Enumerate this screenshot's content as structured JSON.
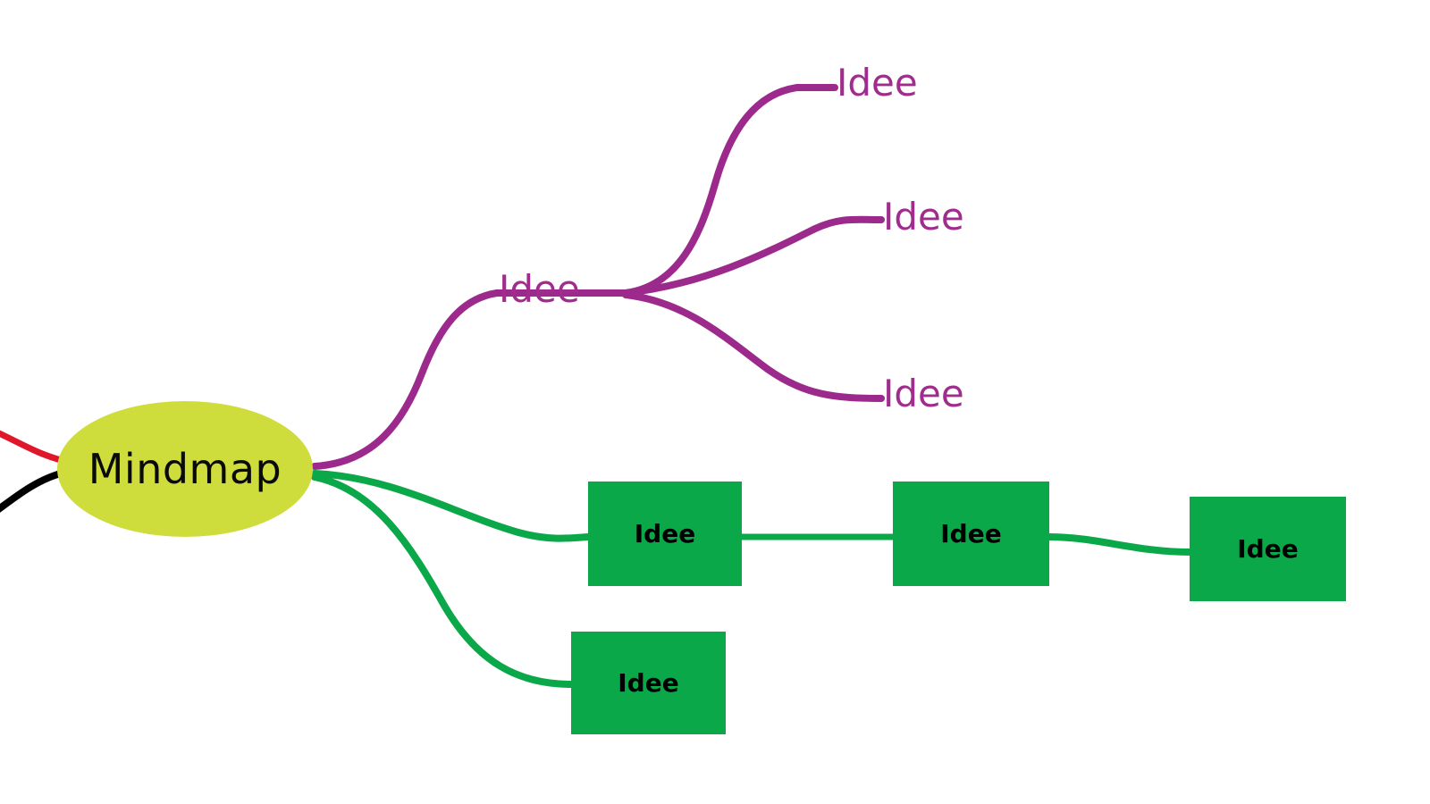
{
  "diagram": {
    "type": "mindmap",
    "title": "Mindmap",
    "background": "#ffffff",
    "colors": {
      "root_fill": "#cedc3c",
      "root_text": "#0a0a0a",
      "purple_branch": "#9c2a8c",
      "purple_text": "#a02d8e",
      "green_branch": "#0ba84a",
      "green_box_fill": "#0ba84a",
      "green_box_text": "#000000",
      "red_edge": "#e0162b",
      "black_edge": "#000000"
    },
    "root": {
      "label": "Mindmap",
      "shape": "ellipse"
    },
    "purple_branch": {
      "parent": {
        "label": "Idee",
        "shape": "text"
      },
      "children": [
        {
          "label": "Idee",
          "shape": "text"
        },
        {
          "label": "Idee",
          "shape": "text"
        },
        {
          "label": "Idee",
          "shape": "text"
        }
      ]
    },
    "green_branch_top": {
      "chain": [
        {
          "label": "Idee",
          "shape": "rectangle"
        },
        {
          "label": "Idee",
          "shape": "rectangle"
        },
        {
          "label": "Idee",
          "shape": "rectangle"
        }
      ]
    },
    "green_branch_bottom": {
      "chain": [
        {
          "label": "Idee",
          "shape": "rectangle"
        }
      ]
    },
    "offscreen_edges": [
      {
        "color": "#e0162b",
        "direction": "left"
      },
      {
        "color": "#000000",
        "direction": "left"
      }
    ]
  }
}
